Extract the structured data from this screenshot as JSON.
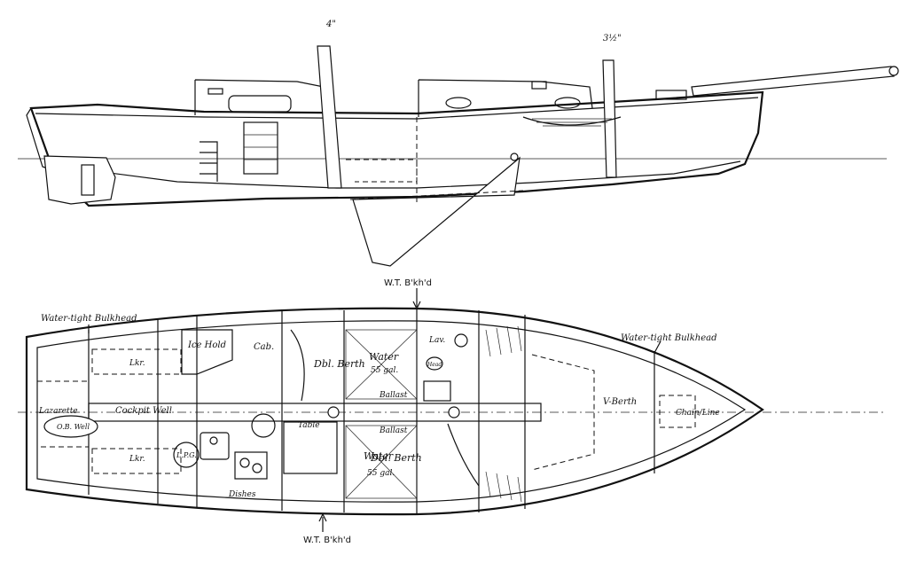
{
  "diagram": {
    "mast_labels": {
      "fore": "4\"",
      "aft": "3½\""
    },
    "layout_labels": {
      "wt_bulkhead_top": "W.T. B'kh'd",
      "wt_bulkhead_bottom": "W.T. B'kh'd",
      "watertight_aft": "Water-tight Bulkhead",
      "watertight_fwd": "Water-tight Bulkhead",
      "ice_hold": "Ice Hold",
      "cab": "Cab.",
      "lkr_upper": "Lkr.",
      "lkr_lower": "Lkr.",
      "lazarette": "Lazarette",
      "ob_well": "O.B. Well",
      "cockpit_well": "Cockpit Well",
      "lpg": "L.P.G.",
      "dishes": "Dishes",
      "table": "Table",
      "dbl_berth_upper": "Dbl. Berth",
      "dbl_berth_lower": "Dbl. Berth",
      "water_upper": "Water",
      "water_upper_gal": "55 gal.",
      "water_lower": "Water",
      "water_lower_gal": "55 gal.",
      "ballast_upper": "Ballast",
      "ballast_lower": "Ballast",
      "lav": "Lav.",
      "head": "Head",
      "v_berth": "V-Berth",
      "chain_line": "Chain/Line"
    }
  }
}
